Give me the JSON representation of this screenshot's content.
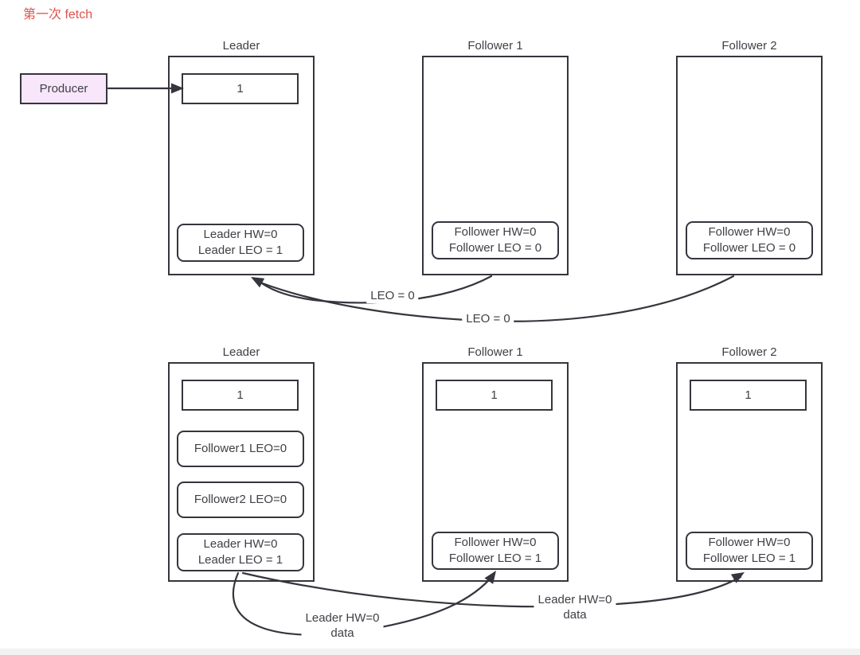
{
  "page_title": "第一次 fetch",
  "producer": {
    "label": "Producer"
  },
  "top_row": {
    "leader": {
      "title": "Leader",
      "record": "1",
      "hw": "Leader HW=0",
      "leo": "Leader LEO = 1"
    },
    "follower1": {
      "title": "Follower 1",
      "hw": "Follower HW=0",
      "leo": "Follower LEO = 0"
    },
    "follower2": {
      "title": "Follower 2",
      "hw": "Follower HW=0",
      "leo": "Follower LEO = 0"
    }
  },
  "fetch_arrows": {
    "from_follower1_label": "LEO = 0",
    "from_follower2_label": "LEO = 0"
  },
  "bottom_row": {
    "leader": {
      "title": "Leader",
      "record": "1",
      "follower1_leo": "Follower1 LEO=0",
      "follower2_leo": "Follower2 LEO=0",
      "hw": "Leader HW=0",
      "leo": "Leader LEO = 1"
    },
    "follower1": {
      "title": "Follower 1",
      "record": "1",
      "hw": "Follower HW=0",
      "leo": "Follower LEO = 1"
    },
    "follower2": {
      "title": "Follower 2",
      "record": "1",
      "hw": "Follower HW=0",
      "leo": "Follower LEO = 1"
    }
  },
  "response_arrows": {
    "to_follower1_line1": "Leader HW=0",
    "to_follower1_line2": "data",
    "to_follower2_line1": "Leader HW=0",
    "to_follower2_line2": "data"
  },
  "colors": {
    "title_accent": "#e0524a",
    "producer_fill": "#f8e6fa",
    "stroke": "#35353d"
  }
}
